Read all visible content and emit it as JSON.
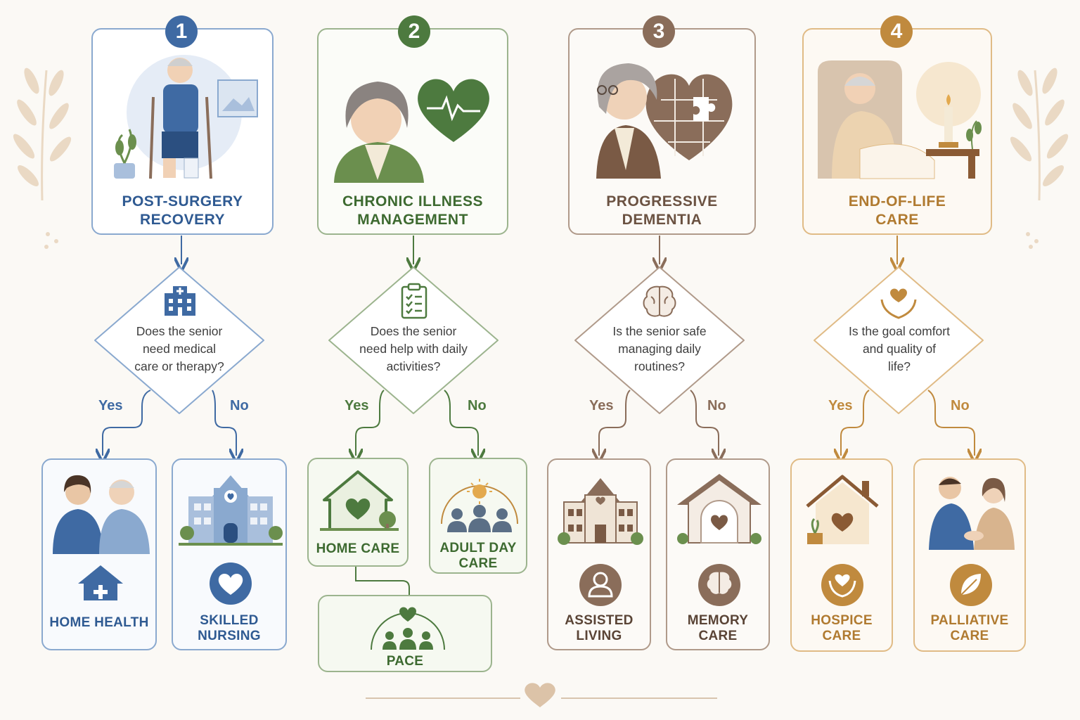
{
  "colors": {
    "blue": "#3f6aa3",
    "green": "#4d7a3f",
    "brown": "#8a6d5a",
    "gold": "#c08a3e"
  },
  "columns": [
    {
      "number": "1",
      "title": "POST-SURGERY\nRECOVERY",
      "question": "Does the senior\nneed medical\ncare or therapy?",
      "yes": "Yes",
      "no": "No",
      "outcomes": [
        "HOME HEALTH",
        "SKILLED\nNURSING"
      ]
    },
    {
      "number": "2",
      "title": "CHRONIC ILLNESS\nMANAGEMENT",
      "question": "Does the senior\nneed help with daily\nactivities?",
      "yes": "Yes",
      "no": "No",
      "outcomes": [
        "HOME CARE",
        "ADULT DAY\nCARE",
        "PACE"
      ]
    },
    {
      "number": "3",
      "title": "PROGRESSIVE\nDEMENTIA",
      "question": "Is the senior safe\nmanaging daily\nroutines?",
      "yes": "Yes",
      "no": "No",
      "outcomes": [
        "ASSISTED\nLIVING",
        "MEMORY\nCARE"
      ]
    },
    {
      "number": "4",
      "title": "END-OF-LIFE\nCARE",
      "question": "Is the goal comfort\nand quality of\nlife?",
      "yes": "Yes",
      "no": "No",
      "outcomes": [
        "HOSPICE\nCARE",
        "PALLIATIVE\nCARE"
      ]
    }
  ]
}
